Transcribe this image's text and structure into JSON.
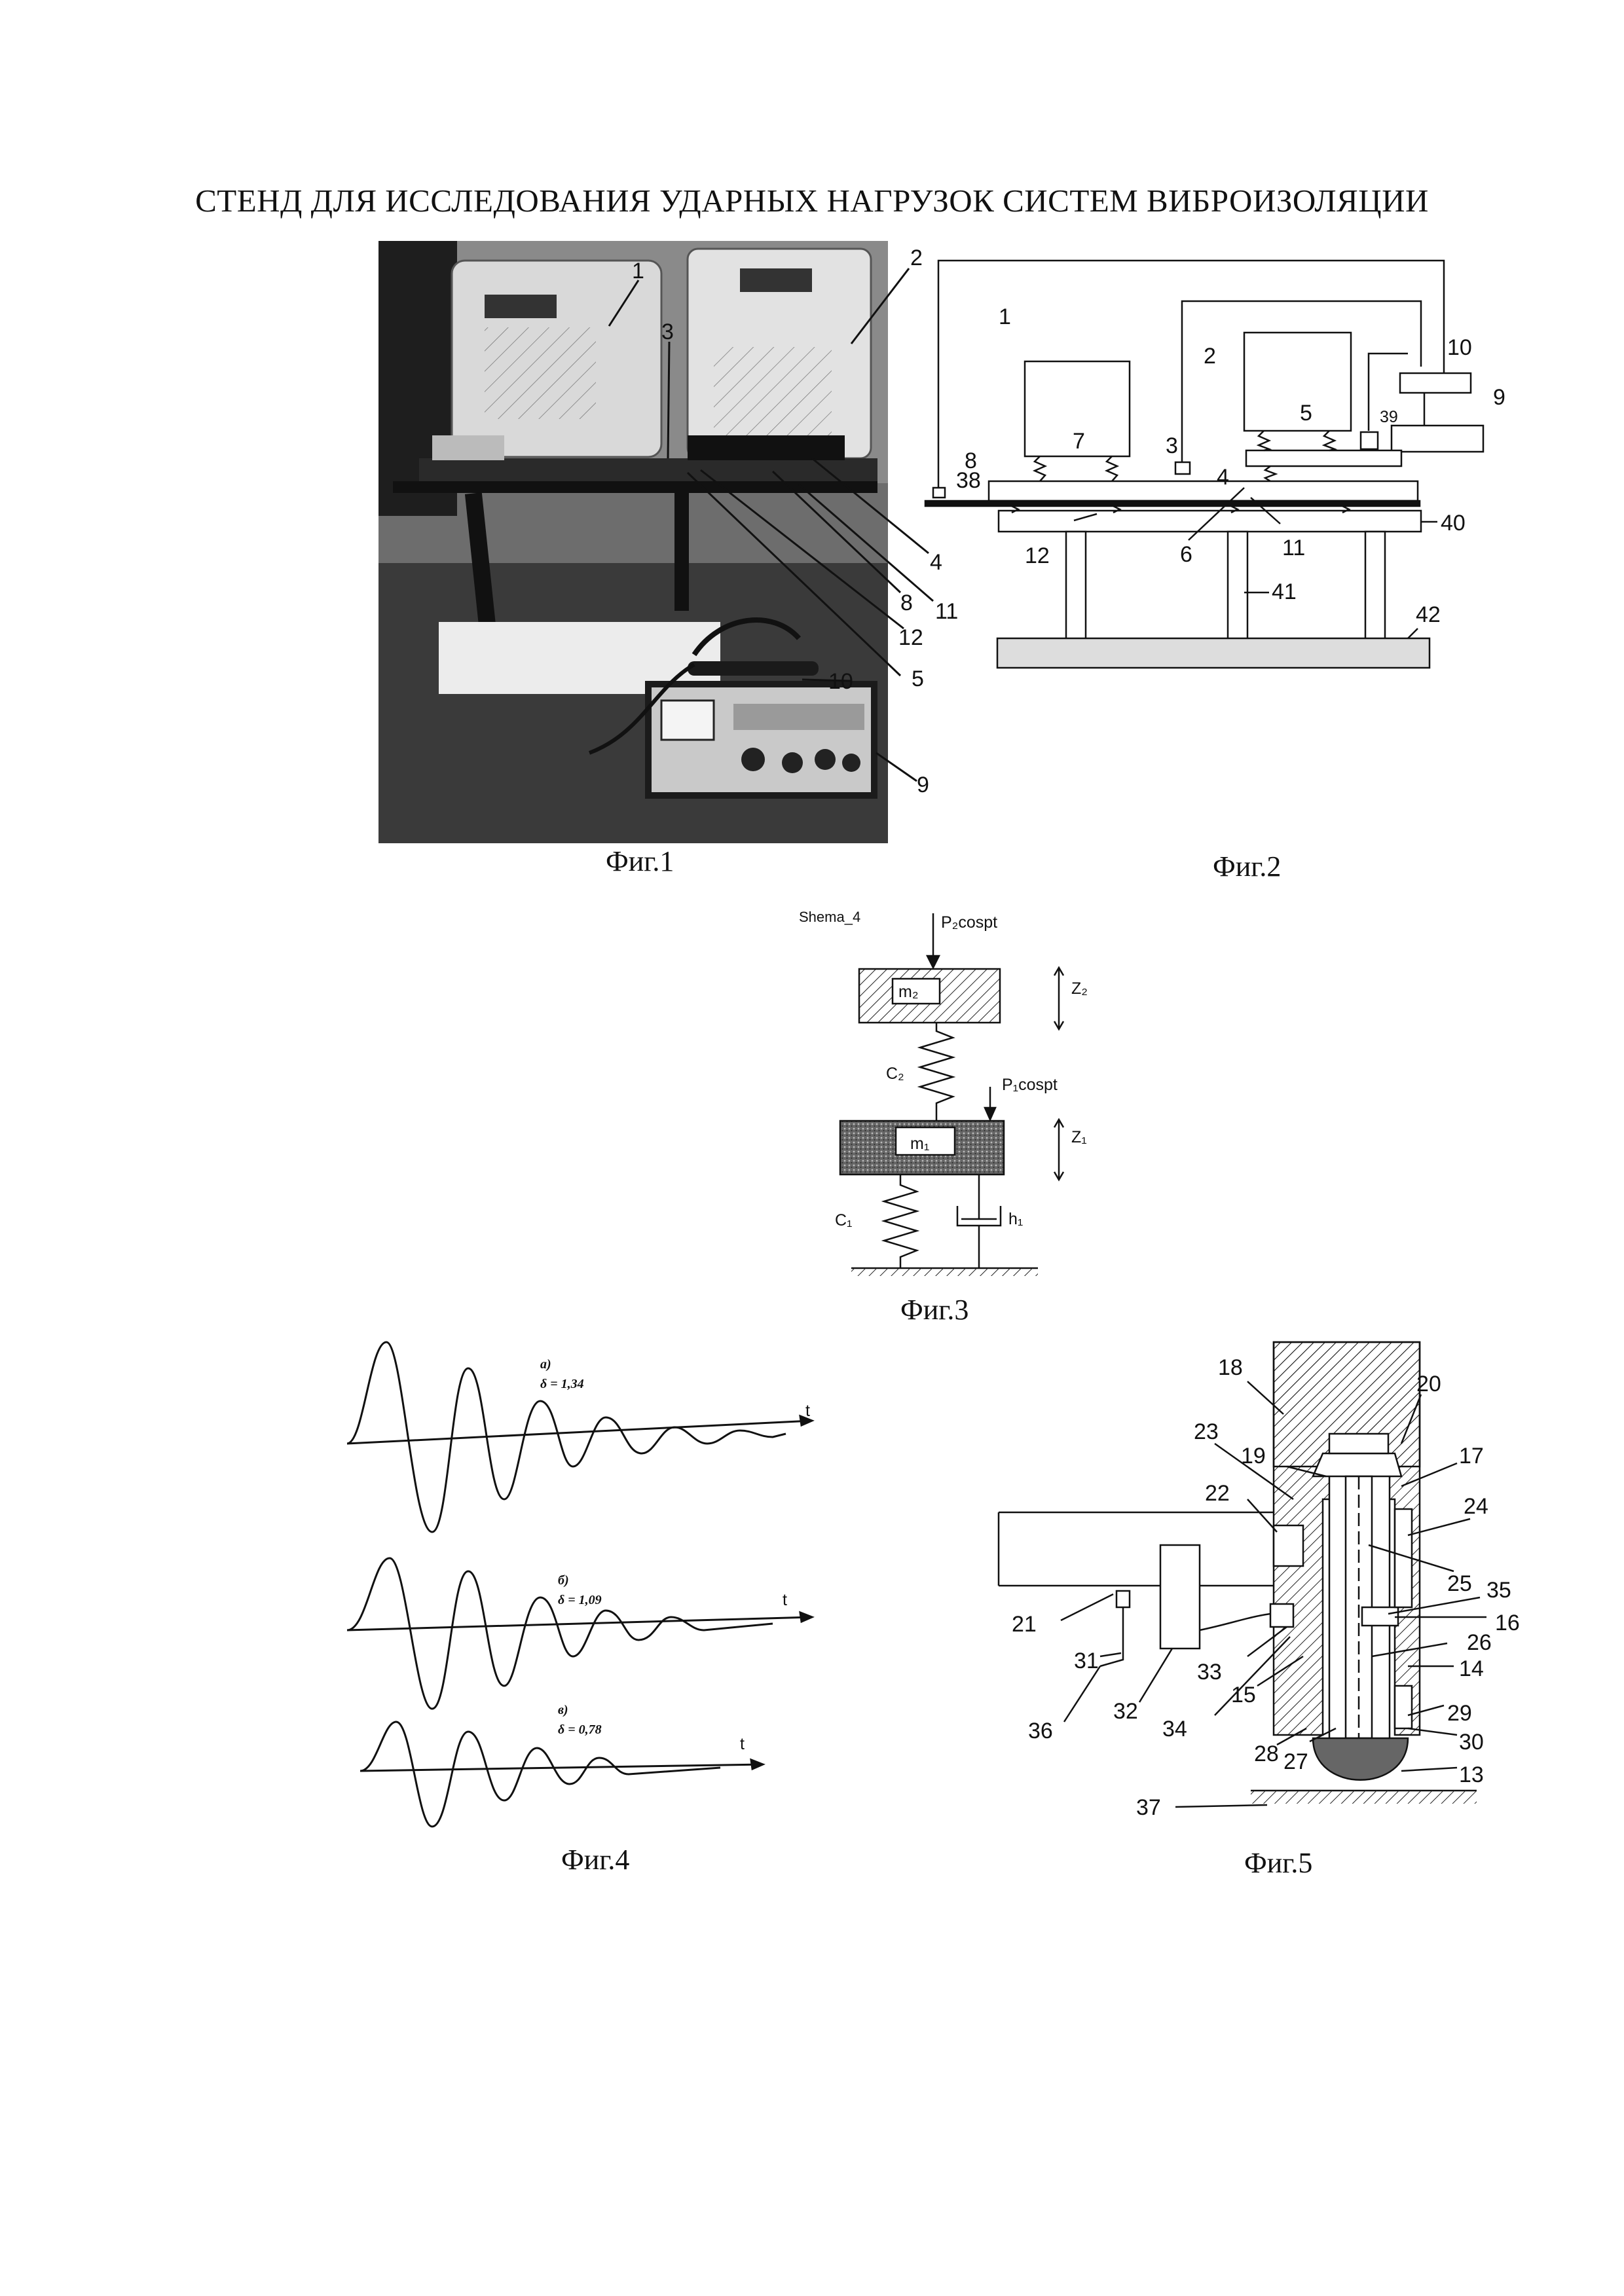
{
  "title": "СТЕНД ДЛЯ  ИССЛЕДОВАНИЯ УДАРНЫХ НАГРУЗОК СИСТЕМ ВИБРОИЗОЛЯЦИИ",
  "fig1": {
    "caption": "Фиг.1",
    "labels": [
      "1",
      "2",
      "3",
      "4",
      "8",
      "11",
      "12",
      "5",
      "10",
      "9"
    ]
  },
  "fig2": {
    "caption": "Фиг.2",
    "labels": [
      "1",
      "2",
      "10",
      "9",
      "39",
      "5",
      "8",
      "38",
      "7",
      "3",
      "4",
      "6",
      "11",
      "40",
      "12",
      "41",
      "42"
    ]
  },
  "fig3": {
    "caption": "Фиг.3",
    "scheme_name": "Shema_4",
    "p2": "P₂cospt",
    "m2": "m₂",
    "z2": "Z₂",
    "c2": "C₂",
    "p1": "P₁cospt",
    "m1": "m₁",
    "z1": "Z₁",
    "c1": "C₁",
    "h1": "h₁"
  },
  "fig4": {
    "caption": "Фиг.4",
    "axis": "t",
    "traces": [
      {
        "tag": "а)",
        "delta": "δ = 1,34"
      },
      {
        "tag": "б)",
        "delta": "δ = 1,09"
      },
      {
        "tag": "в)",
        "delta": "δ = 0,78"
      }
    ]
  },
  "fig5": {
    "caption": "Фиг.5",
    "labels": [
      "18",
      "20",
      "23",
      "19",
      "17",
      "22",
      "24",
      "25",
      "35",
      "21",
      "16",
      "26",
      "31",
      "33",
      "14",
      "36",
      "32",
      "34",
      "15",
      "29",
      "28",
      "27",
      "30",
      "13",
      "37"
    ]
  }
}
